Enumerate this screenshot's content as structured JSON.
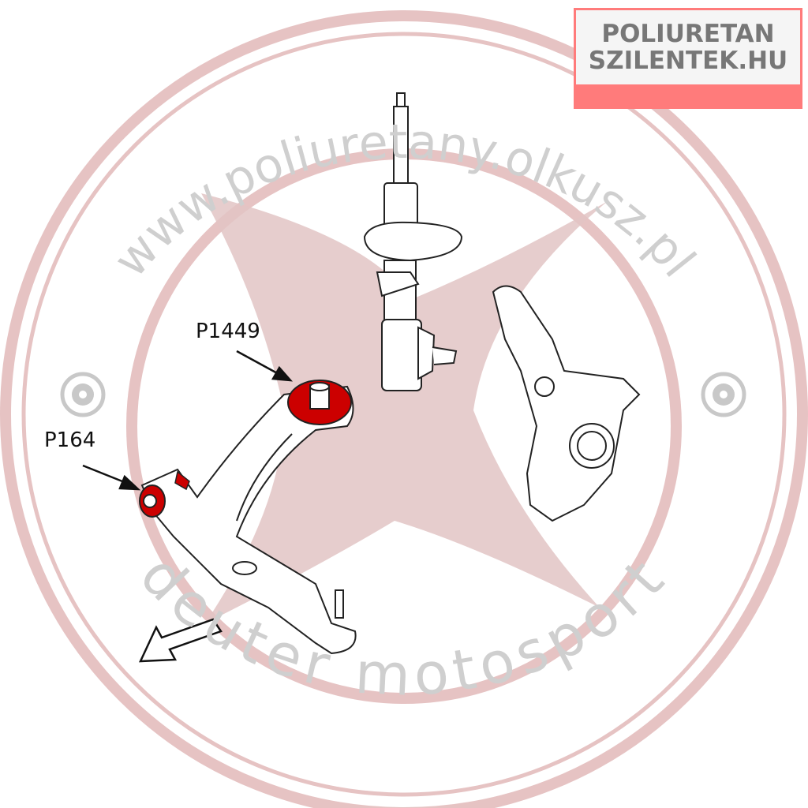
{
  "watermark": {
    "top_text": "www.poliuretany.olkusz.pl",
    "bottom_text": "deuter motosport",
    "ring_color": "#e6c3c3",
    "text_color": "#cfcfcf"
  },
  "logo": {
    "line1": "POLIURETAN",
    "line2": "SZILENTEK.HU",
    "accent": "#ff7b7b"
  },
  "callouts": [
    {
      "label": "P1449"
    },
    {
      "label": "P164"
    }
  ],
  "highlight_color": "#cc0000"
}
